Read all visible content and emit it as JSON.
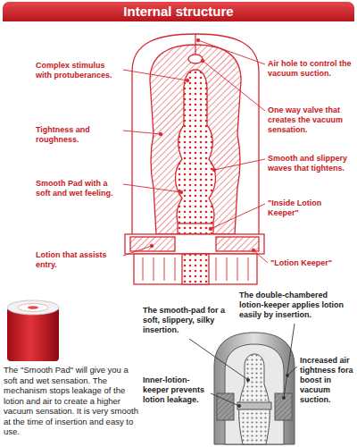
{
  "diagram": {
    "title": "Internal structure",
    "labels": [
      "Complex stimulus with protuberances.",
      "Air hole to control the vacuum suction.",
      "One way valve that creates the vacuum sensation.",
      "Tightness and roughness.",
      "Smooth and slippery waves that tightens.",
      "Smooth Pad with a soft and wet feeling.",
      "\"Inside Lotion Keeper\"",
      "Lotion that assists entry.",
      "\"Lotion Keeper\"",
      "The double-chambered lotion-keeper applies lotion easily by insertion.",
      "The smooth-pad for a soft, slippery, silky insertion.",
      "Increased air tightness fora boost in vacuum suction.",
      "The \"Smooth Pad\" will give you a soft and wet sensation. The mechanism stops leakage of the lotion and air to create a higher vacuum sensation. It is very smooth at the time of insertion and easy to use.",
      "Inner-lotion-keeper prevents lotion leakage."
    ]
  }
}
